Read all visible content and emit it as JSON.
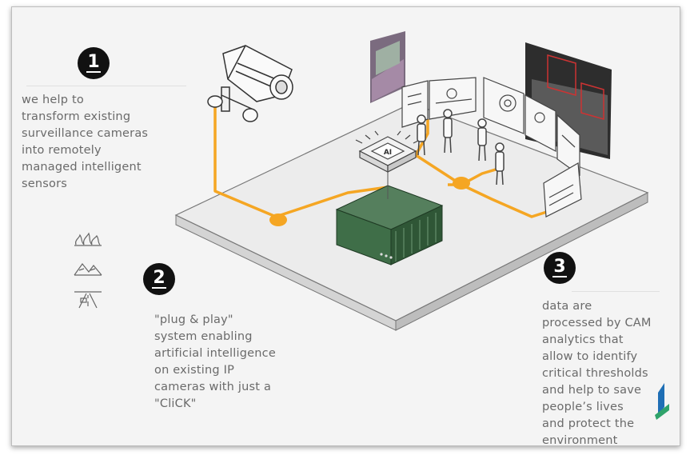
{
  "steps": [
    {
      "number": "1",
      "text": "we help to\ntransform existing\nsurveillance cameras\ninto remotely\nmanaged intelligent\nsensors"
    },
    {
      "number": "2",
      "text": "\"plug & play\"\nsystem enabling\nartificial intelligence\non existing IP\ncameras with just a\n\"CliCK\""
    },
    {
      "number": "3",
      "text": "data are\nprocessed by CAM\nanalytics that\nallow to identify\ncritical thresholds\nand help to save\npeople’s lives\nand protect the\nenvironment"
    }
  ],
  "chip_label": "AI",
  "feature_icons": [
    "wildfire-smoke-icon",
    "mountain-landscape-icon",
    "traffic-road-icon"
  ],
  "colors": {
    "accent": "#f5a623",
    "device": "#3f6e48",
    "badge": "#111111",
    "text": "#6a6a6a"
  }
}
